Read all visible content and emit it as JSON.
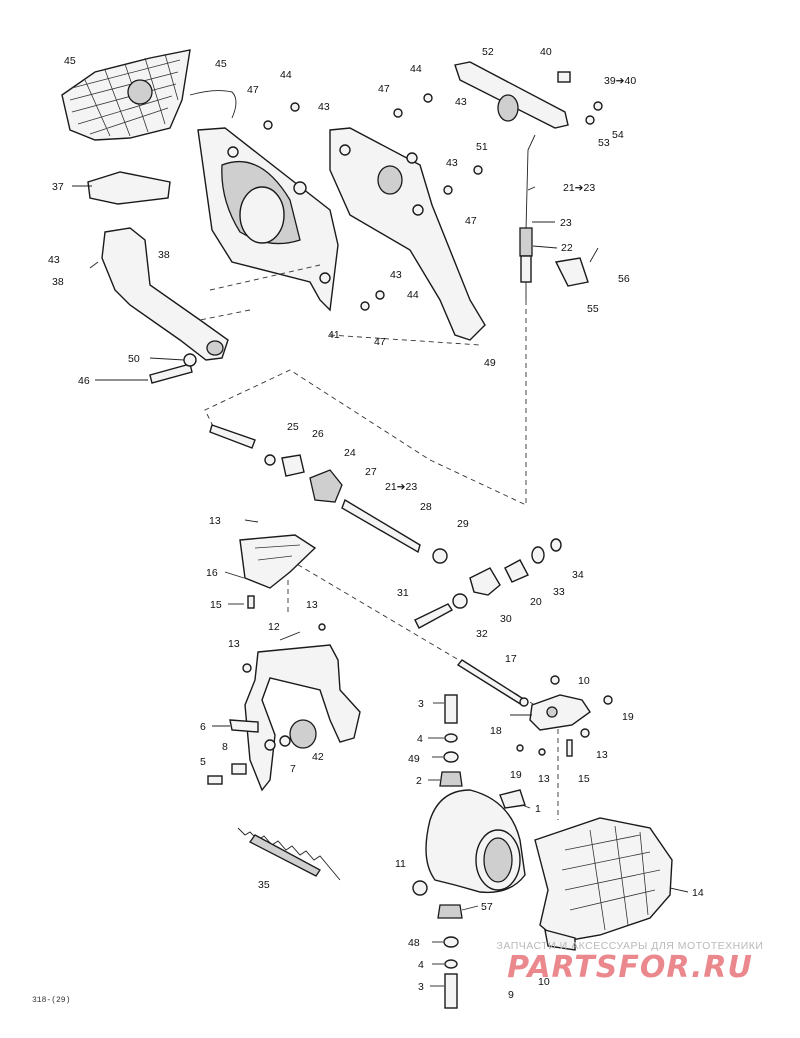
{
  "labels": {
    "l45a": "45",
    "l45b": "45",
    "l47a": "47",
    "l44a": "44",
    "l43a": "43",
    "l44b": "44",
    "l47b": "47",
    "l43b": "43",
    "l52": "52",
    "l40": "40",
    "l39": "39➔40",
    "l54": "54",
    "l53": "53",
    "l37": "37",
    "l43c": "43",
    "l51": "51",
    "l2123a": "21➔23",
    "l23": "23",
    "l22": "22",
    "l47c": "47",
    "l43d": "43",
    "l38a": "38",
    "l38b": "38",
    "l56": "56",
    "l55": "55",
    "l43e": "43",
    "l44c": "44",
    "l41": "41",
    "l47d": "47",
    "l49": "49",
    "l50": "50",
    "l46": "46",
    "l25": "25",
    "l26": "26",
    "l24": "24",
    "l27": "27",
    "l2123b": "21➔23",
    "l28": "28",
    "l13a": "13",
    "l29": "29",
    "l16": "16",
    "l34": "34",
    "l33": "33",
    "l15a": "15",
    "l31": "31",
    "l20": "20",
    "l30": "30",
    "l32": "32",
    "l13b": "13",
    "l12": "12",
    "l17": "17",
    "l13c": "13",
    "l10": "10",
    "l19a": "19",
    "l3a": "3",
    "l18": "18",
    "l6": "6",
    "l4a": "4",
    "l13d": "13",
    "l49b": "49",
    "l8": "8",
    "l42": "42",
    "l5": "5",
    "l7": "7",
    "l19b": "19",
    "l13e": "13",
    "l15b": "15",
    "l2": "2",
    "l1": "1",
    "l35": "35",
    "l11": "11",
    "l14": "14",
    "l57": "57",
    "l48": "48",
    "l4b": "4",
    "l9": "9",
    "l10b": "10",
    "l3b": "3"
  },
  "watermark": {
    "caption": "ЗАПЧАСТИ И АКСЕССУАРЫ ДЛЯ МОТОТЕХНИКИ",
    "logo": "PARTSFOR.RU"
  },
  "figure_code": "318-(29)"
}
